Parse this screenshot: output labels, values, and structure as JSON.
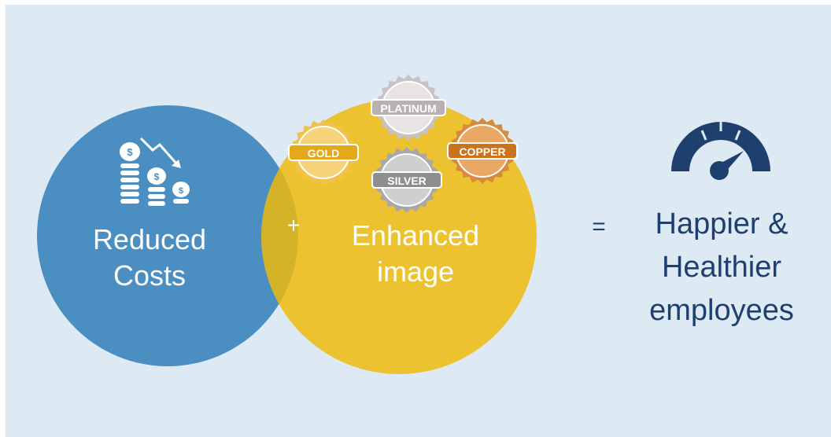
{
  "diagram": {
    "left_circle": {
      "line1": "Reduced",
      "line2": "Costs",
      "color": "#4a8ec2"
    },
    "right_circle": {
      "line1": "Enhanced",
      "line2": "image",
      "color": "#e8b814"
    },
    "plus_sign": "+",
    "equals_sign": "=",
    "result": {
      "line1": "Happier &",
      "line2": "Healthier",
      "line3": "employees",
      "color": "#1f3f6e"
    },
    "badges": [
      {
        "label": "PLATINUM",
        "tint": "#b9b0b2"
      },
      {
        "label": "GOLD",
        "tint": "#e4a91a"
      },
      {
        "label": "COPPER",
        "tint": "#c9731f"
      },
      {
        "label": "SILVER",
        "tint": "#8e8e8e"
      }
    ],
    "icons": [
      "coins-down-icon",
      "wellbeing-gauge-icon"
    ]
  }
}
